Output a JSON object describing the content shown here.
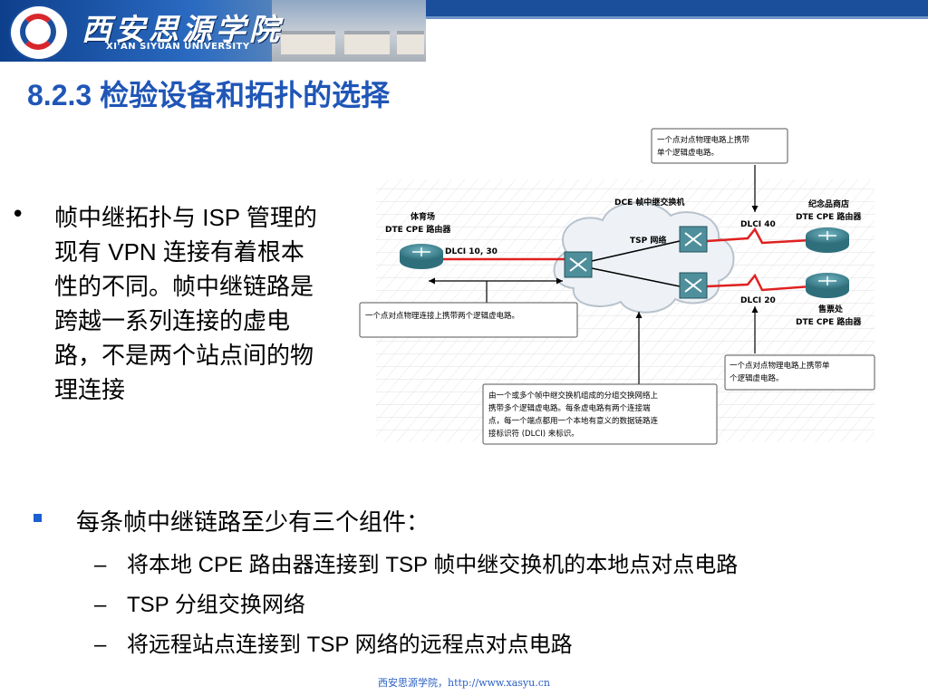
{
  "header": {
    "brand_cn": "西安思源学院",
    "brand_en": "XI'AN SIYUAN UNIVERSITY"
  },
  "slide": {
    "title": "8.2.3 检验设备和拓扑的选择",
    "bullet_text": "帧中继拓扑与 ISP 管理的现有 VPN 连接有着根本性的不同。帧中继链路是跨越一系列连接的虚电路，不是两个站点间的物理连接",
    "list_main": "每条帧中继链路至少有三个组件：",
    "list_sub": [
      "将本地 CPE 路由器连接到 TSP 帧中继交换机的本地点对点电路",
      "TSP 分组交换网络",
      "将远程站点连接到 TSP 网络的远程点对点电路"
    ],
    "footer": "西安思源学院，http://www.xasyu.cn"
  },
  "diagram": {
    "dce_label": "DCE 帧中继交换机",
    "tsp_label": "TSP 网络",
    "left_router": {
      "name": "体育场",
      "type": "DTE CPE 路由器",
      "dlci": "DLCI 10, 30"
    },
    "right_top_router": {
      "name": "纪念品商店",
      "type": "DTE CPE 路由器",
      "dlci": "DLCI 40"
    },
    "right_bottom_router": {
      "name": "售票处",
      "type": "DTE CPE 路由器",
      "dlci": "DLCI 20"
    },
    "callout_top": [
      "一个点对点物理电路上携带",
      "单个逻辑虚电路。"
    ],
    "callout_left": "一个点对点物理连接上携带两个逻辑虚电路。",
    "callout_right": [
      "一个点对点物理电路上携带单",
      "个逻辑虚电路。"
    ],
    "callout_bottom": [
      "由一个或多个帧中继交换机组成的分组交换网络上",
      "携带多个逻辑虚电路。每条虚电路有两个连接端",
      "点，每一个端点都用一个本地有意义的数据链路连",
      "接标识符 (DLCI) 来标识。"
    ]
  },
  "colors": {
    "title": "#1f56b7",
    "banner": "#1b4f9c",
    "link_red": "#e02020",
    "router": "#3c7f8c"
  }
}
